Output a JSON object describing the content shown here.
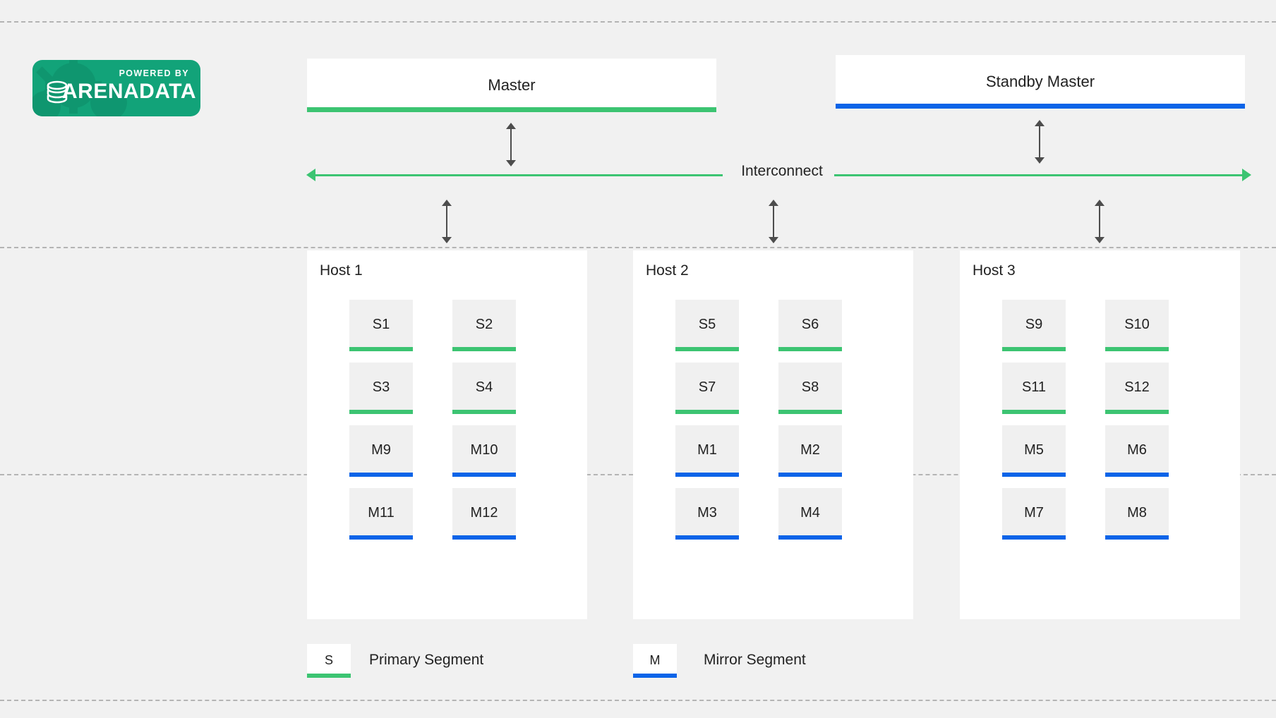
{
  "colors": {
    "primary_green": "#3cc472",
    "mirror_blue": "#0b64e8",
    "background": "#f1f1f1",
    "panel_white": "#ffffff",
    "segment_gray": "#f0f0f0",
    "guide_gray": "#b4b4b4",
    "logo_green": "#12a379"
  },
  "logo": {
    "powered_by": "POWERED BY",
    "wordmark": "ARENADATA",
    "db_icon": "database-cylinder-icon",
    "gear_icon": "gear-icon"
  },
  "top": {
    "master": {
      "label": "Master",
      "accent": "#3cc472"
    },
    "standby": {
      "label": "Standby Master",
      "accent": "#0b64e8"
    },
    "interconnect": {
      "label": "Interconnect",
      "accent": "#3cc472"
    }
  },
  "hosts": [
    {
      "title": "Host 1",
      "segments": [
        {
          "label": "S1",
          "type": "primary"
        },
        {
          "label": "S2",
          "type": "primary"
        },
        {
          "label": "S3",
          "type": "primary"
        },
        {
          "label": "S4",
          "type": "primary"
        },
        {
          "label": "M9",
          "type": "mirror"
        },
        {
          "label": "M10",
          "type": "mirror"
        },
        {
          "label": "M11",
          "type": "mirror"
        },
        {
          "label": "M12",
          "type": "mirror"
        }
      ]
    },
    {
      "title": "Host 2",
      "segments": [
        {
          "label": "S5",
          "type": "primary"
        },
        {
          "label": "S6",
          "type": "primary"
        },
        {
          "label": "S7",
          "type": "primary"
        },
        {
          "label": "S8",
          "type": "primary"
        },
        {
          "label": "M1",
          "type": "mirror"
        },
        {
          "label": "M2",
          "type": "mirror"
        },
        {
          "label": "M3",
          "type": "mirror"
        },
        {
          "label": "M4",
          "type": "mirror"
        }
      ]
    },
    {
      "title": "Host 3",
      "segments": [
        {
          "label": "S9",
          "type": "primary"
        },
        {
          "label": "S10",
          "type": "primary"
        },
        {
          "label": "S11",
          "type": "primary"
        },
        {
          "label": "S12",
          "type": "primary"
        },
        {
          "label": "M5",
          "type": "mirror"
        },
        {
          "label": "M6",
          "type": "mirror"
        },
        {
          "label": "M7",
          "type": "mirror"
        },
        {
          "label": "M8",
          "type": "mirror"
        }
      ]
    }
  ],
  "legend": [
    {
      "chip": "S",
      "text": "Primary Segment",
      "accent": "#3cc472"
    },
    {
      "chip": "M",
      "text": "Mirror Segment",
      "accent": "#0b64e8"
    }
  ]
}
